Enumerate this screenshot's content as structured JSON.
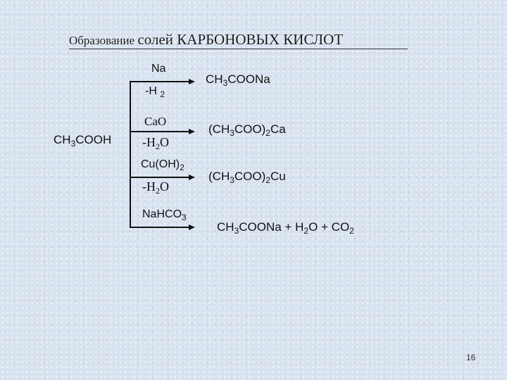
{
  "slide": {
    "title_part1": "Образование ",
    "title_part2": "солей КАРБОНОВЫХ КИСЛОТ",
    "page_number": "16"
  },
  "reaction": {
    "reactant": {
      "t1": "CH",
      "s1": "3",
      "t2": "COOH"
    },
    "branches": [
      {
        "reagent_top": {
          "t1": "Na"
        },
        "reagent_bottom": {
          "t1": "-H ",
          "s1": "2"
        },
        "product": {
          "t1": "CH",
          "s1": "3",
          "t2": "COONa"
        }
      },
      {
        "reagent_top": {
          "t1": "CaO"
        },
        "reagent_bottom": {
          "t1": "-H",
          "s1": "2",
          "t2": "O"
        },
        "product": {
          "t1": "(CH",
          "s1": "3",
          "t2": "COO)",
          "s2": "2",
          "t3": "Ca"
        }
      },
      {
        "reagent_top": {
          "t1": "Cu(OH)",
          "s1": "2"
        },
        "reagent_bottom": {
          "t1": "-H",
          "s1": "2",
          "t2": "O"
        },
        "product": {
          "t1": "(CH",
          "s1": "3",
          "t2": "COO)",
          "s2": "2",
          "t3": "Cu"
        }
      },
      {
        "reagent_top": {
          "t1": "NaHCO",
          "s1": "3"
        },
        "product": {
          "t1": "CH",
          "s1": "3",
          "t2": "COONa + ",
          "t3": " H",
          "s2": "2",
          "t4": "O ",
          "t5": " + ",
          "t6": " CO",
          "s3": "2"
        }
      }
    ]
  }
}
